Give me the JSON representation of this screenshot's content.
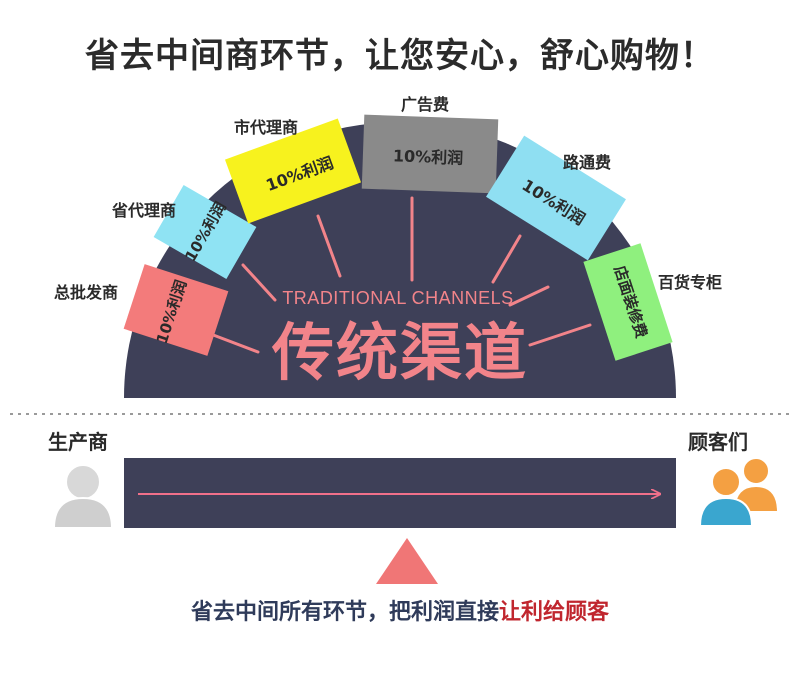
{
  "headline": "省去中间商环节，让您安心，舒心购物！",
  "arch": {
    "title_en": "TRADITIONAL CHANNELS",
    "title_cn": "传统渠道",
    "segments": [
      {
        "label": "总批发商",
        "tag": "10%利润",
        "color": "#f37b7b"
      },
      {
        "label": "省代理商",
        "tag": "10%利润",
        "color": "#8fe3f3"
      },
      {
        "label": "市代理商",
        "tag": "10%利润",
        "color": "#f7f21e"
      },
      {
        "label": "广告费",
        "tag": "10%利润",
        "color": "#8a8a8a"
      },
      {
        "label": "路通费",
        "tag": "10%利润",
        "color": "#8fdff2"
      },
      {
        "label": "百货专柜",
        "tag": "店面装修费",
        "color": "#8ff07e"
      }
    ]
  },
  "flow": {
    "producer_label": "生产商",
    "customers_label": "顾客们"
  },
  "footer": {
    "text_plain": "省去中间所有环节，把利润直接",
    "text_highlight": "让利给顾客"
  },
  "colors": {
    "navy": "#3e4058",
    "pink_arrow": "#f0708a",
    "triangle": "#f07676",
    "person_gray": "#cfcfcf",
    "customer_orange": "#f4a042",
    "customer_blue": "#3aa6cf"
  }
}
